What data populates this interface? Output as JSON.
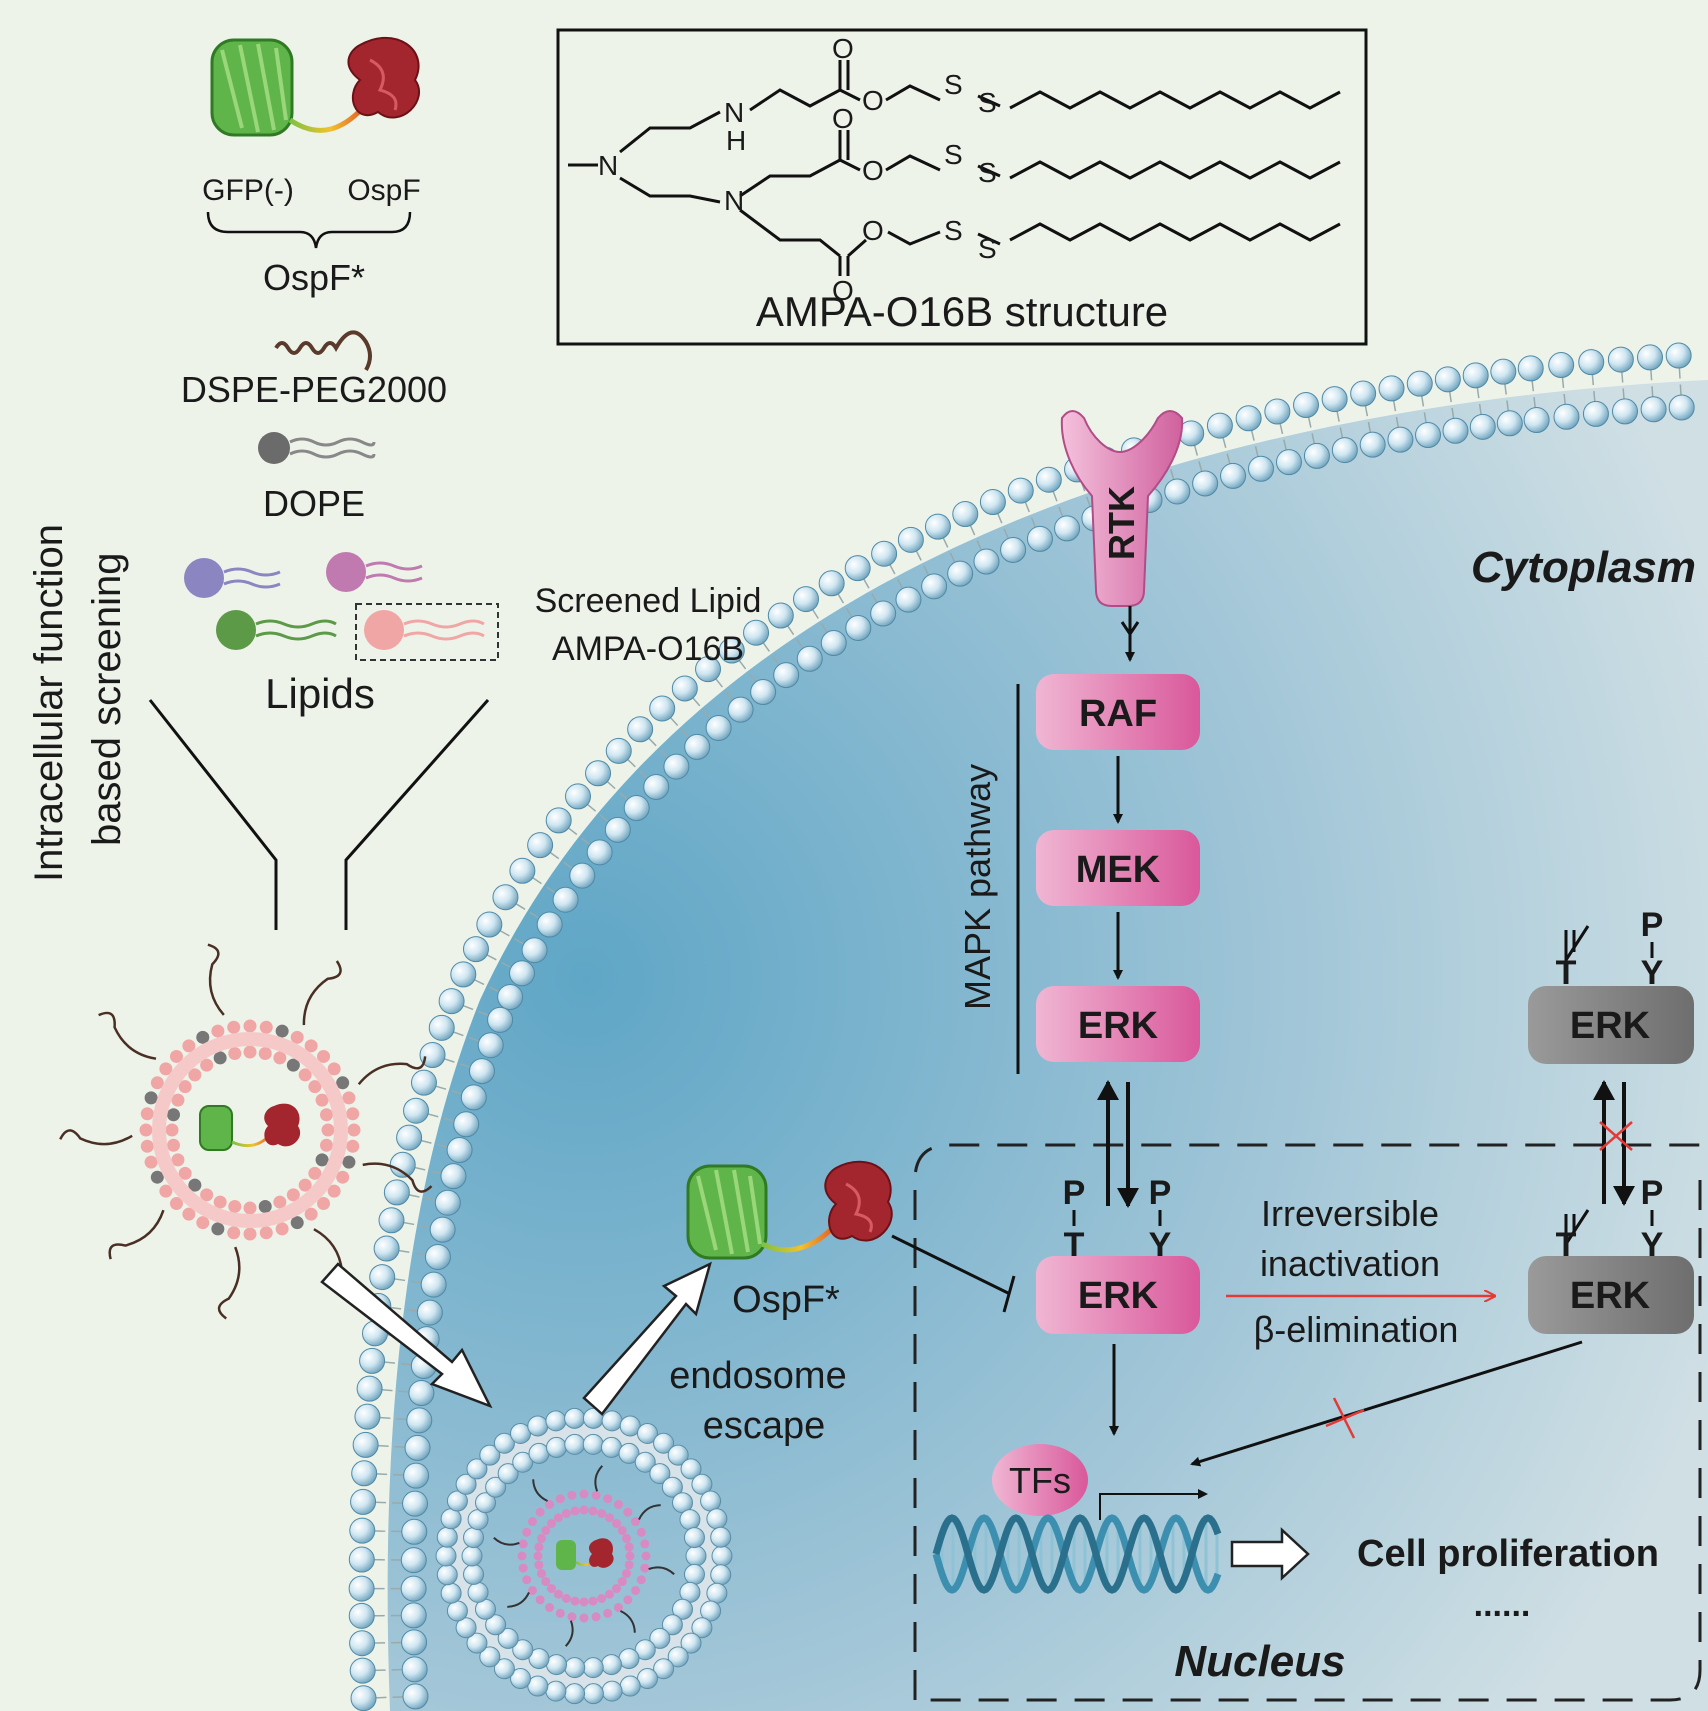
{
  "top": {
    "gfp_label": "GFP(-)",
    "ospf_label": "OspF",
    "ospf_star": "OspF*",
    "dspe_label": "DSPE-PEG2000",
    "dope_label": "DOPE",
    "screened_line1": "Screened Lipid",
    "screened_line2": "AMPA-O16B",
    "lipids_label": "Lipids"
  },
  "side": {
    "line1": "Intracellular function",
    "line2": "based screening"
  },
  "structure": {
    "atom_n": "N",
    "atom_h": "H",
    "atom_o": "O",
    "atom_s": "S",
    "caption": "AMPA-O16B structure"
  },
  "cell": {
    "rtk": "RTK",
    "cytoplasm": "Cytoplasm",
    "mapk": "MAPK pathway",
    "raf": "RAF",
    "mek": "MEK",
    "erk": "ERK",
    "p": "P",
    "t": "T",
    "y": "Y",
    "ospf_star": "OspF*",
    "endosome1": "endosome",
    "endosome2": "escape",
    "irreversible1": "Irreversible",
    "irreversible2": "inactivation",
    "beta": "β-elimination",
    "tfs": "TFs",
    "proliferation": "Cell proliferation",
    "ellipsis": "......",
    "nucleus": "Nucleus"
  },
  "colors": {
    "background": "#eef3ea",
    "cytoplasm": "#7fb4cc",
    "kinase_pink": "#e27fb3",
    "erk_gray": "#7d7d7d",
    "red_arrow": "#e53935",
    "gfp_green": "#5fb54a",
    "ospf_red": "#a3262f",
    "lipid_head": "#b8d8e8",
    "nanoparticle_pink": "#f1a6a6"
  }
}
